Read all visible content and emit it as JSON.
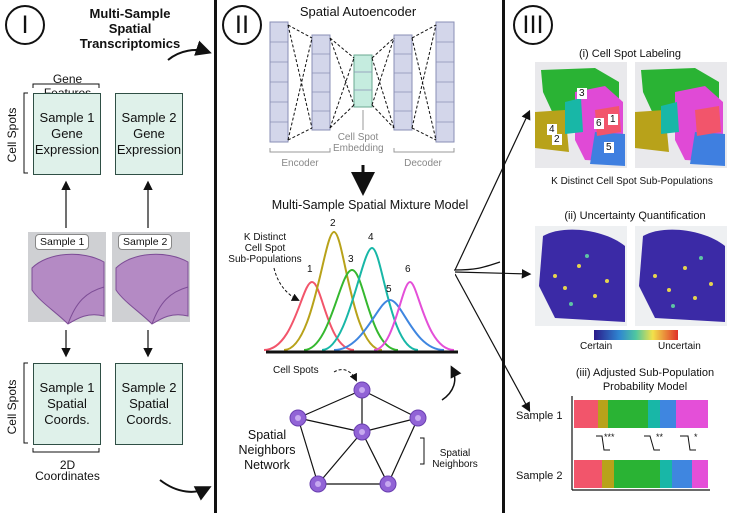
{
  "panels": {
    "p1": {
      "numeral": "I",
      "title_lines": [
        "Multi-Sample",
        "Spatial",
        "Transcriptomics"
      ],
      "gene_features": "Gene Features",
      "cell_spots_top": "Cell Spots",
      "cell_spots_bottom": "Cell Spots",
      "two_d": "2D",
      "coordinates": "Coordinates",
      "box1_top": [
        "Sample 1",
        "Gene",
        "Expression"
      ],
      "box2_top": [
        "Sample 2",
        "Gene",
        "Expression"
      ],
      "tag1": "Sample 1",
      "tag2": "Sample 2",
      "box1_bottom": [
        "Sample 1",
        "Spatial",
        "Coords."
      ],
      "box2_bottom": [
        "Sample 2",
        "Spatial",
        "Coords."
      ]
    },
    "p2": {
      "numeral": "II",
      "autoencoder_title": "Spatial Autoencoder",
      "embedding": [
        "Cell Spot",
        "Embedding"
      ],
      "encoder": "Encoder",
      "decoder": "Decoder",
      "mixture_title": "Multi-Sample Spatial Mixture Model",
      "k_distinct": [
        "K Distinct",
        "Cell Spot",
        "Sub-Populations"
      ],
      "peak_labels": [
        "1",
        "2",
        "3",
        "4",
        "5",
        "6"
      ],
      "cell_spots": "Cell Spots",
      "network": [
        "Spatial",
        "Neighbors",
        "Network"
      ],
      "spatial_neighbors": [
        "Spatial",
        "Neighbors"
      ]
    },
    "p3": {
      "numeral": "III",
      "labeling_title": "(i) Cell Spot Labeling",
      "region_labels": [
        "3",
        "4",
        "6",
        "1",
        "2",
        "5"
      ],
      "k_distinct_caption": "K Distinct Cell Spot Sub-Populations",
      "uncertainty_title": "(ii) Uncertainty Quantification",
      "certain": "Certain",
      "uncertain": "Uncertain",
      "adjusted_title": [
        "(iii) Adjusted Sub-Population",
        "Probability Model"
      ],
      "sample1": "Sample 1",
      "sample2": "Sample 2",
      "sig": [
        "***",
        "**",
        "*"
      ]
    }
  },
  "colors": {
    "box_fill": "#dff1ea",
    "box_border": "#2f4f45",
    "ae_layer": "#d3d6ea",
    "ae_embed": "#c5ecdf",
    "node": "#9163d6",
    "peaks": [
      "#f2556b",
      "#b8a21a",
      "#35b82f",
      "#18b7a7",
      "#3f86e0",
      "#e44fd8"
    ]
  }
}
